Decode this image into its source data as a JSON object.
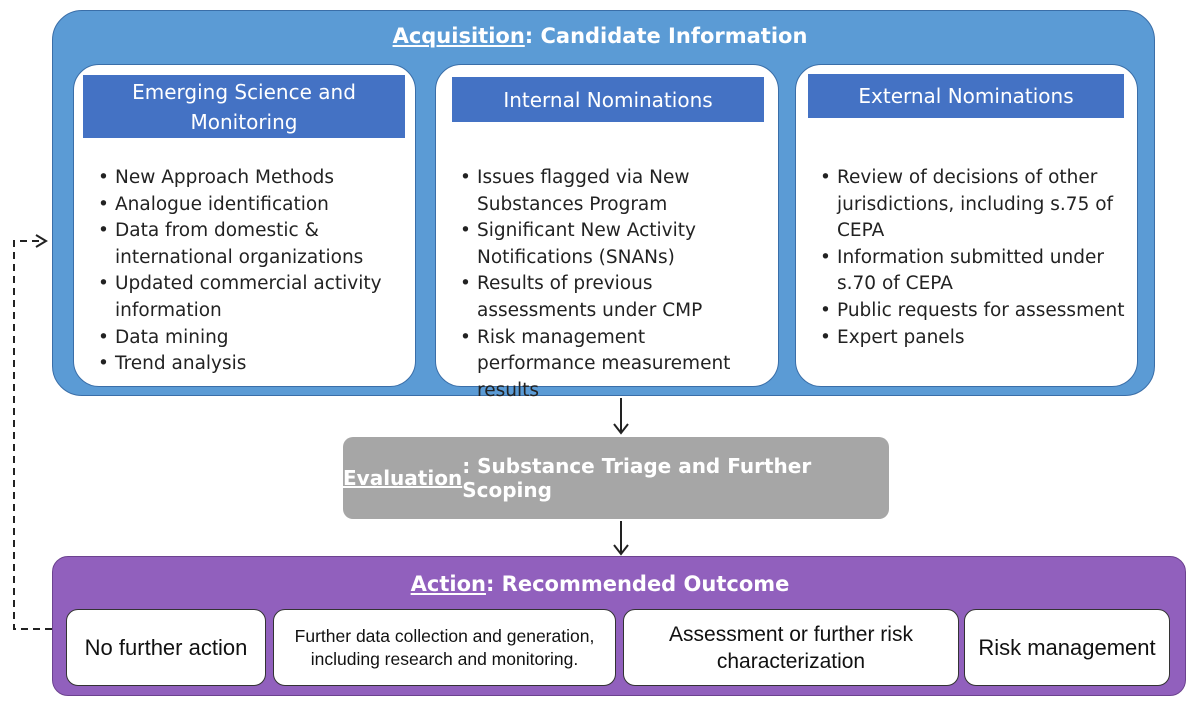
{
  "acquisition": {
    "title_keyword": "Acquisition",
    "title_rest": ": Candidate Information",
    "panels": [
      {
        "heading": "Emerging Science and\nMonitoring",
        "items": [
          "New Approach Methods",
          "Analogue identification",
          "Data from domestic & international organizations",
          "Updated commercial activity information",
          "Data mining",
          "Trend analysis"
        ]
      },
      {
        "heading": "Internal Nominations",
        "items": [
          "Issues flagged via New Substances Program",
          "Significant New Activity Notifications (SNANs)",
          "Results of previous assessments under CMP",
          "Risk management performance measurement results"
        ]
      },
      {
        "heading": "External Nominations",
        "items": [
          "Review of decisions of other jurisdictions, including s.75 of CEPA",
          "Information submitted under s.70 of CEPA",
          "Public requests for assessment",
          "Expert panels"
        ]
      }
    ]
  },
  "evaluation": {
    "title_keyword": "Evaluation",
    "title_rest": ": Substance Triage and Further Scoping"
  },
  "action": {
    "title_keyword": "Action",
    "title_rest": ": Recommended Outcome",
    "outcomes": [
      "No further action",
      "Further data collection and generation, including research and monitoring.",
      "Assessment or further risk characterization",
      "Risk management"
    ]
  },
  "colors": {
    "acquisition_fill": "#5b9bd5",
    "panel_header_fill": "#4472c4",
    "evaluation_fill": "#a6a6a6",
    "action_fill": "#9160bd"
  }
}
